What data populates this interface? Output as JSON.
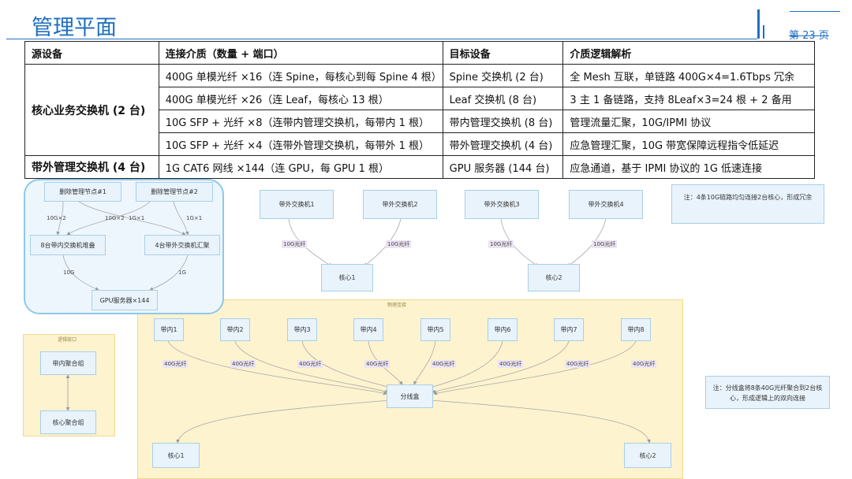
{
  "page": {
    "title": "管理平面",
    "page_number": "第 23 页"
  },
  "table": {
    "headers": [
      "源设备",
      "连接介质（数量 + 端口）",
      "目标设备",
      "介质逻辑解析"
    ],
    "group1_source": "核心业务交换机 (2 台)",
    "group1_rows": [
      {
        "medium": "400G 单模光纤 ×16（连 Spine，每核心到每 Spine 4 根）",
        "target": "Spine 交换机 (2 台)",
        "analysis": "全 Mesh 互联，单链路 400G×4=1.6Tbps 冗余"
      },
      {
        "medium": "400G 单模光纤 ×26（连 Leaf，每核心 13 根）",
        "target": "Leaf 交换机 (8 台)",
        "analysis": "3 主 1 备链路，支持 8Leaf×3=24 根 + 2 备用"
      },
      {
        "medium": "10G SFP + 光纤 ×8（连带内管理交换机，每带内 1 根）",
        "target": "带内管理交换机 (8 台)",
        "analysis": "管理流量汇聚，10G/IPMI 协议"
      },
      {
        "medium": "10G SFP + 光纤 ×4（连带外管理交换机，每带外 1 根）",
        "target": "带外管理交换机 (4 台)",
        "analysis": "应急管理汇聚，10G 带宽保障远程指令低延迟"
      }
    ],
    "group2_source": "带外管理交换机 (4 台)",
    "group2_row": {
      "medium": "1G CAT6 网线 ×144（连 GPU，每 GPU 1 根）",
      "target": "GPU 服务器 (144 台)",
      "analysis": "应急通道，基于 IPMI 协议的 1G 低速连接"
    }
  },
  "diagram1": {
    "nodes": {
      "mgmt1": "删除管理节点#1",
      "mgmt2": "删除管理节点#2",
      "inband": "8台带内交换机堆叠",
      "outband": "4台带外交换机汇聚",
      "gpu": "GPU服务器×144"
    },
    "edges": {
      "e1": "10G×2",
      "e2": "10G×2",
      "e3": "1G×1",
      "e4": "1G×1",
      "e5": "10G",
      "e6": "1G"
    }
  },
  "diagram2": {
    "nodes": {
      "sw1": "带外交换机1",
      "sw2": "带外交换机2",
      "sw3": "带外交换机3",
      "sw4": "带外交换机4",
      "core1": "核心1",
      "core2": "核心2"
    },
    "edge_label": "10G光纤",
    "note": "注：4条10G链路均匀连接2台核心，形成冗余"
  },
  "diagram3": {
    "logic_panel_title": "逻辑接口",
    "phys_panel_title": "物理连接",
    "inband_group": "带内聚合组",
    "core_group": "核心聚合组",
    "inband_nodes": [
      "带内1",
      "带内2",
      "带内3",
      "带内4",
      "带内5",
      "带内6",
      "带内7",
      "带内8"
    ],
    "edge_label": "40G光纤",
    "splitter": "分线盒",
    "core1": "核心1",
    "core2": "核心2",
    "note": "注：分线盒将8条40G光纤聚合到2台核心，形成逻辑上的双向连接"
  },
  "colors": {
    "accent": "#1f6fc1",
    "node_fill": "#e9f3fb",
    "node_border": "#a9cfe6",
    "panel_yellow": "#fdf3cf",
    "panel_border_yellow": "#f3d98a",
    "edge_label_purple": "#ece4f3"
  }
}
